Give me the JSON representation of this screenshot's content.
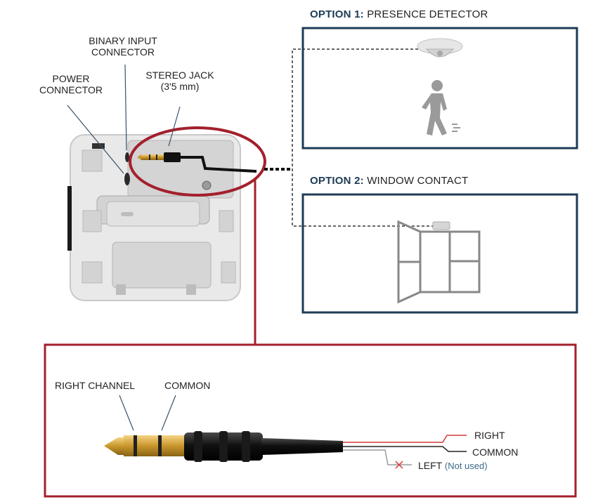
{
  "device": {
    "power_connector": [
      "POWER",
      "CONNECTOR"
    ],
    "binary_input_connector": [
      "BINARY INPUT",
      "CONNECTOR"
    ],
    "stereo_jack": [
      "STEREO JACK",
      "(3'5 mm)"
    ]
  },
  "option1": {
    "number": "OPTION 1:",
    "title": "PRESENCE DETECTOR"
  },
  "option2": {
    "number": "OPTION 2:",
    "title": "WINDOW CONTACT"
  },
  "jack_detail": {
    "right_channel": "RIGHT CHANNEL",
    "common": "COMMON",
    "wire_right": "RIGHT",
    "wire_common": "COMMON",
    "wire_left": "LEFT",
    "wire_left_note": "(Not used)"
  },
  "colors": {
    "navy": "#1d3b55",
    "red": "#a3202c"
  }
}
